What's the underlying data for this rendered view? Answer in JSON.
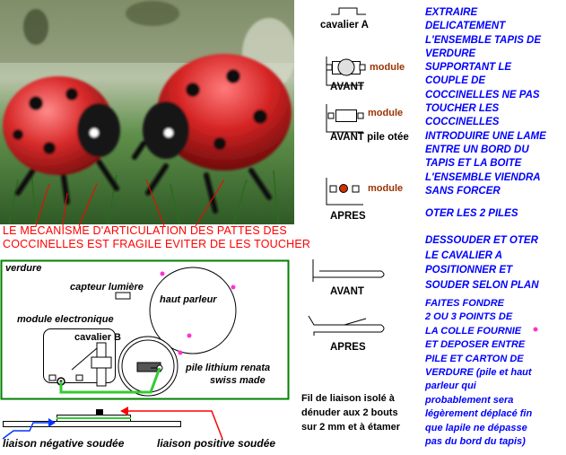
{
  "photo_caption": [
    "LE MECANISME D'ARTICULATION DES PATTES DES",
    "COCCINELLES EST FRAGILE EVITER DE LES TOUCHER"
  ],
  "diagram": {
    "verdure": "verdure",
    "capteur": "capteur lumière",
    "haut_parleur": "haut parleur",
    "module": "module electronique",
    "cavalier_b": "cavalier B",
    "pile_line1": "pile lithium renata",
    "pile_line2": "swiss made",
    "fil_note": [
      "Fil de liaison isolé à",
      "dénuder aux 2 bouts",
      "sur 2 mm et à  étamer"
    ],
    "liaison_neg": "liaison négative soudée",
    "liaison_pos": "liaison positive soudée"
  },
  "icons": {
    "cavalier_a": "cavalier A",
    "module1": "module",
    "avant1": "AVANT",
    "module2": "module",
    "avant2": "AVANT pile otée",
    "module3": "module",
    "apres1": "APRES",
    "avant3": "AVANT",
    "apres2": "APRES"
  },
  "instructions": {
    "block1": [
      "EXTRAIRE",
      "DELICATEMENT",
      "L'ENSEMBLE TAPIS DE",
      "VERDURE",
      "SUPPORTANT LE",
      "COUPLE DE",
      "COCCINELLES  NE PAS",
      "TOUCHER LES",
      "COCCINELLES",
      "INTRODUIRE UNE LAME",
      "ENTRE UN BORD DU",
      "TAPIS ET LA BOITE",
      "L'ENSEMBLE VIENDRA",
      "SANS FORCER"
    ],
    "block2": "OTER LES 2 PILES",
    "block3": [
      "DESSOUDER ET OTER",
      "LE CAVALIER A",
      "POSITIONNER ET",
      "SOUDER SELON PLAN"
    ],
    "block4": [
      "FAITES FONDRE",
      "2   OU  3  POINTS DE",
      "LA COLLE FOURNIE",
      "ET DEPOSER ENTRE",
      "PILE ET CARTON DE",
      "VERDURE (pile et haut",
      "parleur qui",
      "probablement sera",
      "légèrement déplacé fin",
      "que lapile ne dépasse",
      "pas du bord du tapis)"
    ]
  },
  "colors": {
    "frame": "#008000",
    "wire": "#33cc33",
    "glue": "#ff33cc",
    "instruction": "#0000ff",
    "caption": "#ff0000",
    "arrow_neg": "#0033ff",
    "arrow_pos": "#ff0000"
  }
}
